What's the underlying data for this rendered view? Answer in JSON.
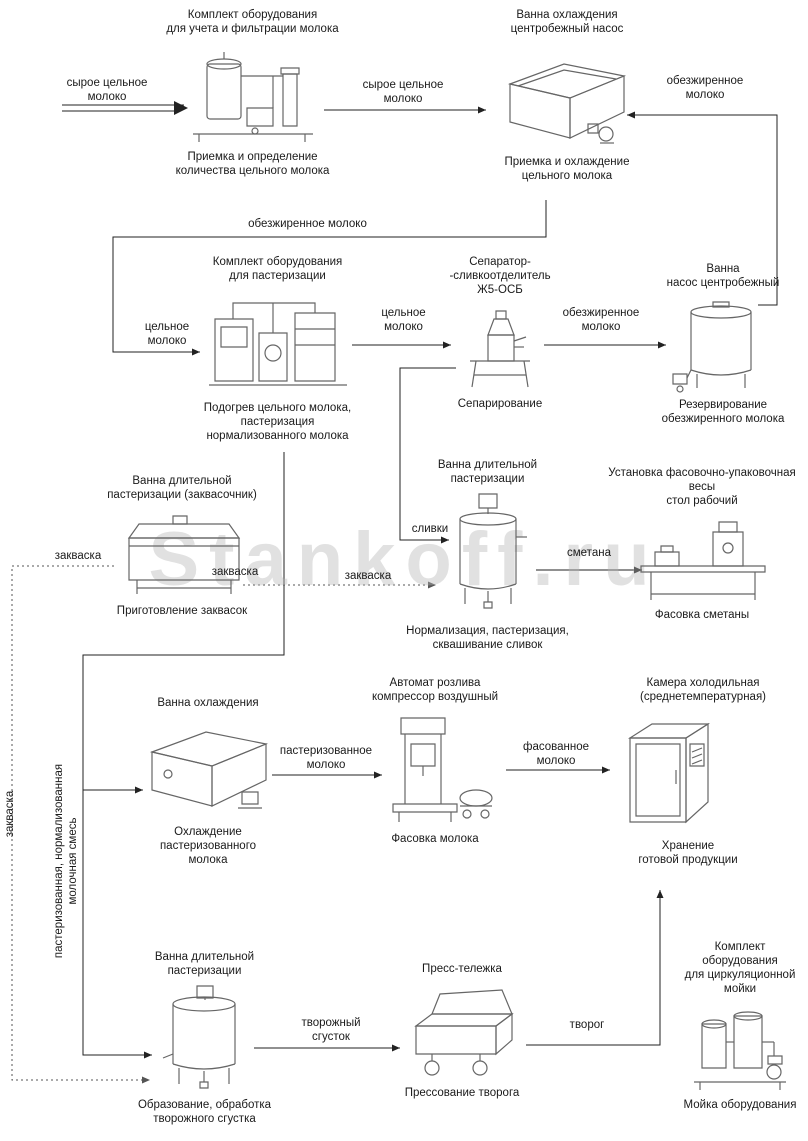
{
  "watermark": "Stankoff.ru",
  "nodes": {
    "intake": {
      "title": "Комплект оборудования\nдля учета и фильтрации молока",
      "caption": "Приемка и определение\nколичества цельного молока"
    },
    "reception": {
      "title": "Ванна охлаждения\nцентробежный насос",
      "caption": "Приемка и охлаждение\nцельного молока"
    },
    "pasteurizer": {
      "title": "Комплект оборудования\nдля пастеризации",
      "caption": "Подогрев  цельного молока,\nпастеризация\nнормализованного молока"
    },
    "separator": {
      "title": "Сепаратор-\n-сливкоотделитель\nЖ5-ОСБ",
      "caption": "Сепарирование"
    },
    "skim_tank": {
      "title": "Ванна\nнасос центробежный",
      "caption": "Резервирование\nобезжиренного молока"
    },
    "starter": {
      "title": "Ванна длительной\nпастеризации (заквасочник)",
      "caption": "Приготовление заквасок"
    },
    "cream_vat": {
      "title": "Ванна длительной\nпастеризации",
      "caption": "Нормализация, пастеризация,\nсквашивание сливок"
    },
    "packing": {
      "title": "Установка фасовочно-упаковочная\nвесы",
      "subtitle": "стол рабочий",
      "caption": "Фасовка  сметаны"
    },
    "cooling": {
      "title": "Ванна охлаждения",
      "caption": "Охлаждение\nпастеризованного\nмолока"
    },
    "filling": {
      "title": "Автомат розлива",
      "subtitle": "компрессор воздушный",
      "caption": "Фасовка молока"
    },
    "chamber": {
      "title": "Камера холодильная\n(среднетемпературная)",
      "caption": "Хранение\nготовой продукции"
    },
    "curd": {
      "title": "Ванна длительной\nпастеризации",
      "caption": "Образование, обработка\nтворожного сгустка"
    },
    "press": {
      "title": "Пресс-тележка",
      "caption": "Прессование  творога"
    },
    "washer": {
      "title": "Комплект\nоборудования\nдля циркуляционной\nмойки",
      "caption": "Мойка оборудования"
    }
  },
  "labels": {
    "raw_milk_in": "сырое цельное\nмолоко",
    "raw_milk_mid": "сырое цельное\nмолоко",
    "skim_return": "обезжиренное\nмолоко",
    "skim_wide": "обезжиренное молоко",
    "whole_left": "цельное\nмолоко",
    "whole_mid": "цельное\nмолоко",
    "skim_mid": "обезжиренное\nмолоко",
    "zakvaska": "закваска",
    "slivki": "сливки",
    "smetana": "сметана",
    "past_milk": "пастеризованное\nмолоко",
    "packed_milk": "фасованное\nмолоко",
    "curd_clot": "творожный\nсгусток",
    "tvorog": "творог",
    "mixture": "пастеризованная,  нормализованная\nмолочная  смесь"
  }
}
